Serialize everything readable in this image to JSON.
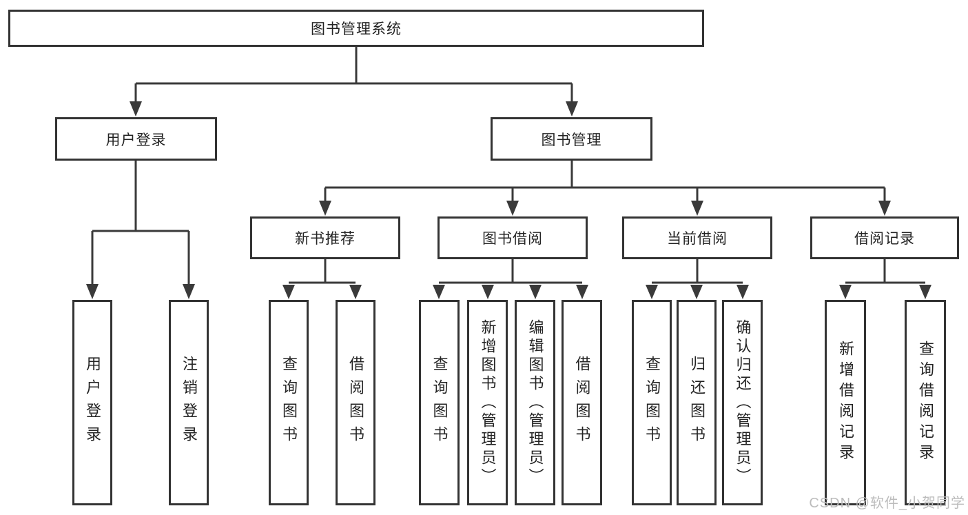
{
  "tree": {
    "root": "图书管理系统",
    "branches": [
      {
        "label": "用户登录",
        "leaves": [
          "用户登录",
          "注销登录"
        ]
      },
      {
        "label": "图书管理",
        "groups": [
          {
            "label": "新书推荐",
            "leaves": [
              "查询图书",
              "借阅图书"
            ]
          },
          {
            "label": "图书借阅",
            "leaves": [
              "查询图书",
              "新增图书（管理员）",
              "编辑图书（管理员）",
              "借阅图书"
            ]
          },
          {
            "label": "当前借阅",
            "leaves": [
              "查询图书",
              "归还图书",
              "确认归还（管理员）"
            ]
          },
          {
            "label": "借阅记录",
            "leaves": [
              "新增借阅记录",
              "查询借阅记录"
            ]
          }
        ]
      }
    ]
  },
  "watermark": "CSDN @软件_小贺同学",
  "colors": {
    "line": "#3a3a3a",
    "box_border": "#333333",
    "text": "#242424",
    "watermark": "#bcbcbc",
    "background": "#ffffff"
  }
}
